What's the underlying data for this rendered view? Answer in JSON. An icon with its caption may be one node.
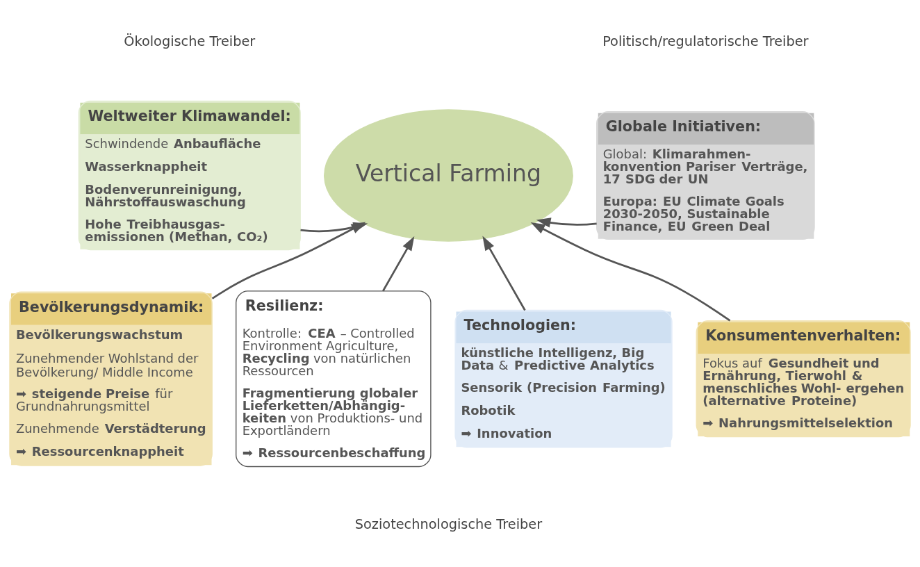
{
  "diagram": {
    "nodes": [
      {
        "text": [
          "Weltweiter Klimawandel:",
          "Schwindende **Anbaufläche**",
          "Wasserknappheit",
          "Bodenverunreinigung, Nährstoffauswaschung",
          "Hohe Treibhausgas- emissionen (Methan, CO₂)"
        ]
      },
      {
        "text": [
          "Vertical Farming"
        ]
      },
      {
        "text": [
          "Globale Initiativen:",
          "Global: **Klimarahmen- konvention Pariser Verträge, 17 SDG der UN**",
          "Europa: EU Climate Goals 2030-2050, Sustainable Finance, EU Green Deal"
        ]
      },
      {
        "text": [
          "Bevölkerungsdynamik:",
          "Bevölkerungswachstum",
          "Zunehmender Wohlstand der Bevölkerung/ Middle Income",
          "➡ **steigende Preise** für Grundnahrungsmittel",
          "Zunehmende **Verstädterung**",
          "➡ **Ressourcenknappheit**"
        ]
      },
      {
        "text": [
          "Resilienz:",
          "Kontrolle: **CEA** – Controlled Environment Agriculture, **Recycling** von natürlichen Ressourcen",
          "**Fragmentierung globaler Lieferketten/Abhängig- keiten** von Produktions- und Exportländern",
          "➡ **Ressourcenbeschaffung**"
        ]
      },
      {
        "text": [
          "Technologien:",
          "**künstliche Intelligenz, Big Data** & **Predictive Analytics**",
          "Sensorik (Precision Farming)",
          "Robotik",
          "➡ **Innovation**"
        ]
      },
      {
        "text": [
          "Konsumentenverhalten:",
          "Fokus auf **Gesundheit und Ernährung, Tierwohl & menschliches Wohl- ergehen (alternative Proteine)**",
          "➡ **Nahrungsmittelselektion**"
        ]
      }
    ],
    "edges": [
      {
        "from": 0,
        "to": 1,
        "arrow": "to"
      },
      {
        "from": 2,
        "to": 1,
        "arrow": "to"
      },
      {
        "from": 3,
        "to": 1,
        "arrow": "to"
      },
      {
        "from": 4,
        "to": 1,
        "arrow": "to"
      },
      {
        "from": 5,
        "to": 1,
        "arrow": "to"
      },
      {
        "from": 6,
        "to": 1,
        "arrow": "to"
      }
    ],
    "labels": [
      "Ökologische Treiber",
      "Politisch/regulatorische Treiber",
      "Soziotechnologische Treiber"
    ]
  }
}
